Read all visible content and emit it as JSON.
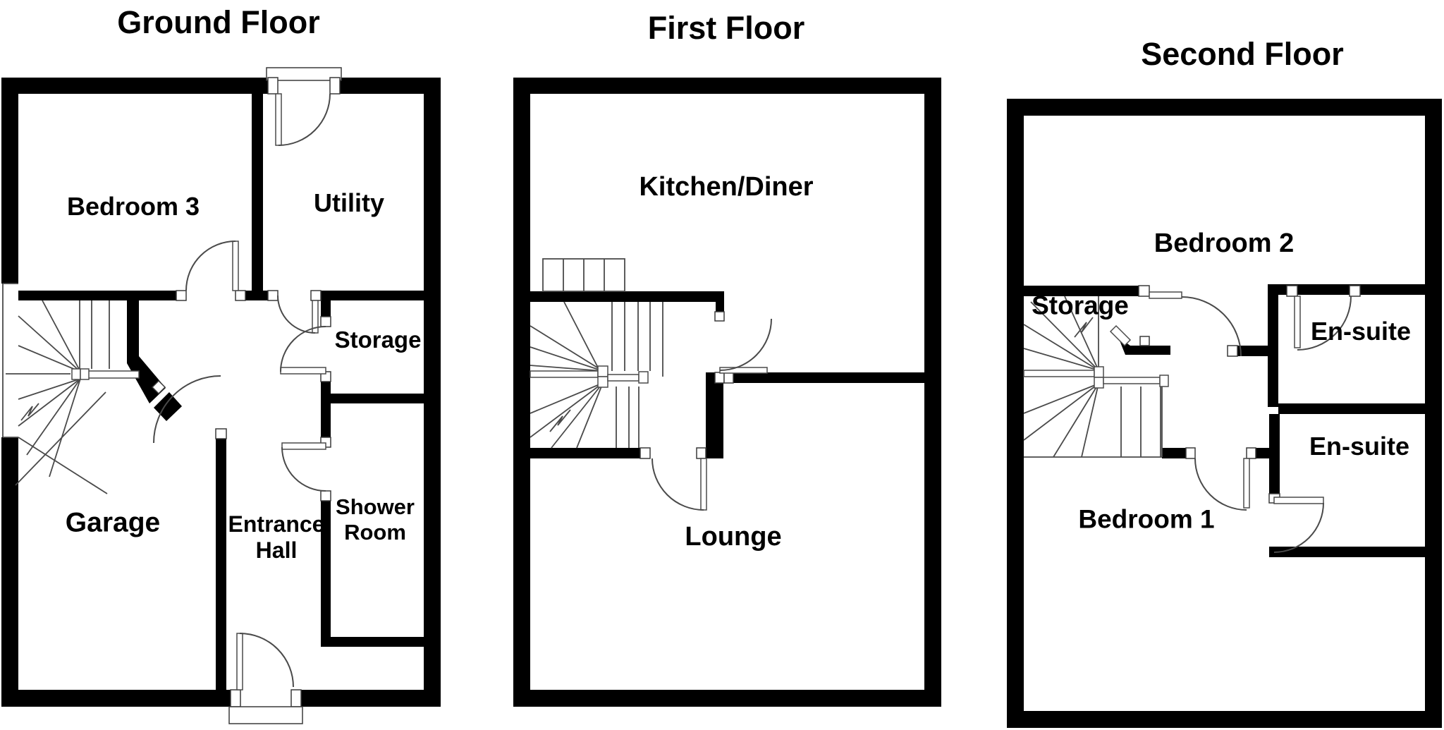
{
  "image": {
    "kind": "estate-agent floor plan, black walls on white",
    "wall_color": "#000000",
    "background": "#ffffff",
    "text_color": "#000000"
  },
  "floors": [
    {
      "title": "Ground Floor",
      "rooms": [
        {
          "name": "Bedroom 3"
        },
        {
          "name": "Utility"
        },
        {
          "name": "Storage"
        },
        {
          "name": "Shower Room"
        },
        {
          "name": "Garage"
        },
        {
          "name": "Entrance Hall"
        }
      ]
    },
    {
      "title": "First Floor",
      "rooms": [
        {
          "name": "Kitchen/Diner"
        },
        {
          "name": "Lounge"
        }
      ]
    },
    {
      "title": "Second Floor",
      "rooms": [
        {
          "name": "Bedroom 2"
        },
        {
          "name": "Storage"
        },
        {
          "name": "En-suite"
        },
        {
          "name": "En-suite"
        },
        {
          "name": "Bedroom 1"
        }
      ]
    }
  ]
}
